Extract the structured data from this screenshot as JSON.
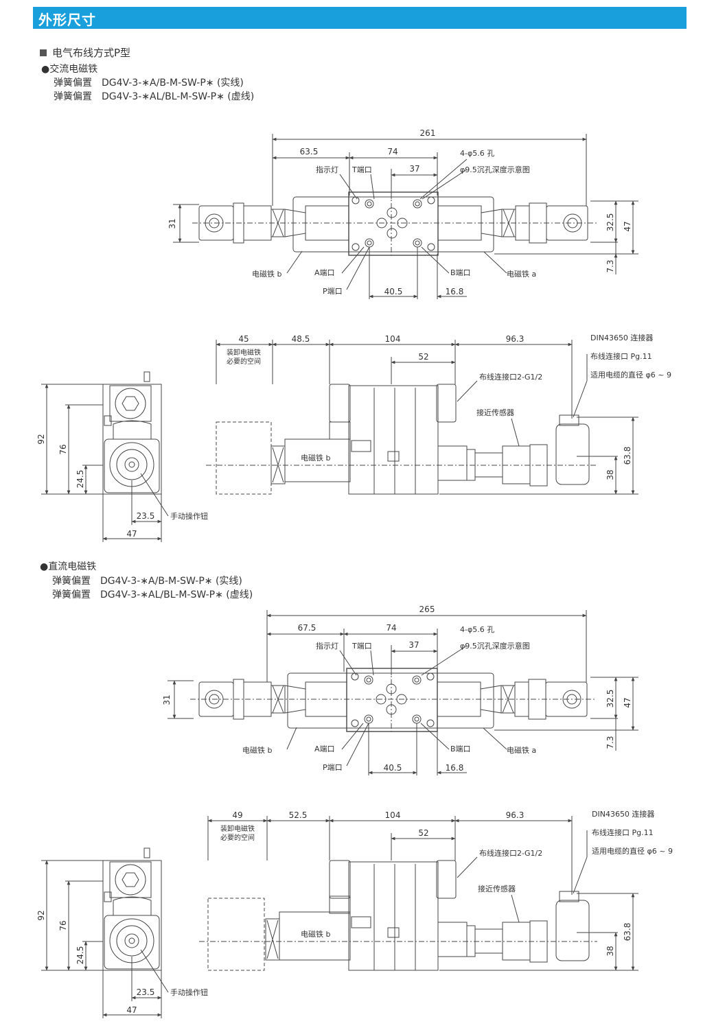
{
  "header": {
    "title": "外形尺寸"
  },
  "section": {
    "heading": "电气布线方式P型",
    "ac": {
      "label": "●交流电磁铁",
      "line1": "弹簧偏置　DG4V-3-∗A/B-M-SW-P∗ (实线)",
      "line2": "弹簧偏置　DG4V-3-∗AL/BL-M-SW-P∗ (虚线)"
    },
    "dc": {
      "label": "●直流电磁铁",
      "line1": "弹簧偏置　DG4V-3-∗A/B-M-SW-P∗ (实线)",
      "line2": "弹簧偏置　DG4V-3-∗AL/BL-M-SW-P∗ (虚线)"
    }
  },
  "ac_top": {
    "overall": "261",
    "left": "63.5",
    "mid": "74",
    "inner": "37",
    "hole": "4-φ5.6 孔",
    "counterbore": "φ9.5沉孔深度示意图",
    "indicator": "指示灯",
    "t_port": "T端口",
    "a_port": "A端口",
    "p_port": "P端口",
    "b_port": "B端口",
    "sol_b": "电磁铁 b",
    "sol_a": "电磁铁 a",
    "h31": "31",
    "h325": "32.5",
    "h47": "47",
    "h73": "7.3",
    "b405": "40.5",
    "b168": "16.8"
  },
  "ac_side": {
    "d45": "45",
    "d485": "48.5",
    "d104": "104",
    "d963": "96.3",
    "d52": "52",
    "space_note1": "装卸电磁铁",
    "space_note2": "必要的空间",
    "din": "DIN43650 连接器",
    "port": "布线连接口 Pg.11",
    "cable": "适用电缆的直径 φ6 ~ 9",
    "wiring": "布线连接口2-G1/2",
    "sensor": "接近传感器",
    "sol_b": "电磁铁 b",
    "h638": "63.8",
    "h38": "38",
    "f92": "92",
    "f76": "76",
    "f245": "24.5",
    "f235": "23.5",
    "f47": "47",
    "manual": "手动操作钮"
  },
  "dc_top": {
    "overall": "265",
    "left": "67.5",
    "mid": "74",
    "inner": "37",
    "hole": "4-φ5.6 孔",
    "counterbore": "φ9.5沉孔深度示意图",
    "indicator": "指示灯",
    "t_port": "T端口",
    "a_port": "A端口",
    "p_port": "P端口",
    "b_port": "B端口",
    "sol_b": "电磁铁 b",
    "sol_a": "电磁铁 a",
    "h31": "31",
    "h325": "32.5",
    "h47": "47",
    "h73": "7.3",
    "b405": "40.5",
    "b168": "16.8"
  },
  "dc_side": {
    "d45": "49",
    "d485": "52.5",
    "d104": "104",
    "d963": "96.3",
    "d52": "52",
    "space_note1": "装卸电磁铁",
    "space_note2": "必要的空间",
    "din": "DIN43650 连接器",
    "port": "布线连接口 Pg.11",
    "cable": "适用电缆的直径 φ6 ~ 9",
    "wiring": "布线连接口2-G1/2",
    "sensor": "接近传感器",
    "sol_b": "电磁铁 b",
    "h638": "63.8",
    "h38": "38",
    "f92": "92",
    "f76": "76",
    "f245": "24.5",
    "f235": "23.5",
    "f47": "47",
    "manual": "手动操作钮"
  }
}
